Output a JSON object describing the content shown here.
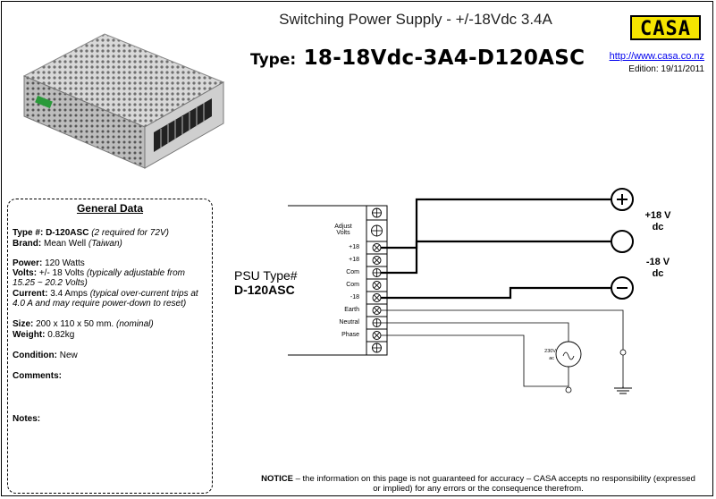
{
  "header": {
    "title": "Switching Power Supply - +/-18Vdc 3.4A",
    "type_label": "Type:",
    "type_value": "18-18Vdc-3A4-D120ASC",
    "logo_text": "CASA",
    "url": "http://www.casa.co.nz",
    "edition": "Edition: 19/11/2011"
  },
  "general_data": {
    "heading": "General Data",
    "type_label": "Type #:",
    "type_value": "D-120ASC",
    "type_note": "(2 required for 72V)",
    "brand_label": "Brand:",
    "brand_value": "Mean Well",
    "brand_note": "(Taiwan)",
    "power_label": "Power:",
    "power_value": "120 Watts",
    "volts_label": "Volts:",
    "volts_value": "+/- 18 Volts",
    "volts_note": "(typically adjustable from 15.25 ~ 20.2 Volts)",
    "current_label": "Current:",
    "current_value": "3.4 Amps",
    "current_note": "(typical over-current trips at 4.0 A and may require power-down to reset)",
    "size_label": "Size:",
    "size_value": "200 x 110 x 50 mm.",
    "size_note": "(nominal)",
    "weight_label": "Weight:",
    "weight_value": "0.82kg",
    "condition_label": "Condition:",
    "condition_value": "New",
    "comments_label": "Comments:",
    "notes_label": "Notes:"
  },
  "diagram": {
    "psu_title": "PSU Type#",
    "psu_model": "D-120ASC",
    "terminals": [
      "Adjust Volts",
      "+18",
      "+18",
      "Com",
      "Com",
      "-18",
      "Earth",
      "Neutral",
      "Phase"
    ],
    "adjust_line1": "Adjust",
    "adjust_line2": "Volts",
    "output_pos_line1": "+18 V",
    "output_pos_line2": "dc",
    "output_neg_line1": "-18 V",
    "output_neg_line2": "dc",
    "ac_source_line1": "230V",
    "ac_source_line2": "ac"
  },
  "footer": {
    "notice_label": "NOTICE",
    "notice_text": " – the information on this page is not guaranteed for accuracy – CASA accepts no responsibility (expressed or implied) for any errors or the consequence therefrom."
  },
  "colors": {
    "logo_bg": "#f5e400",
    "link": "#0000ee"
  }
}
